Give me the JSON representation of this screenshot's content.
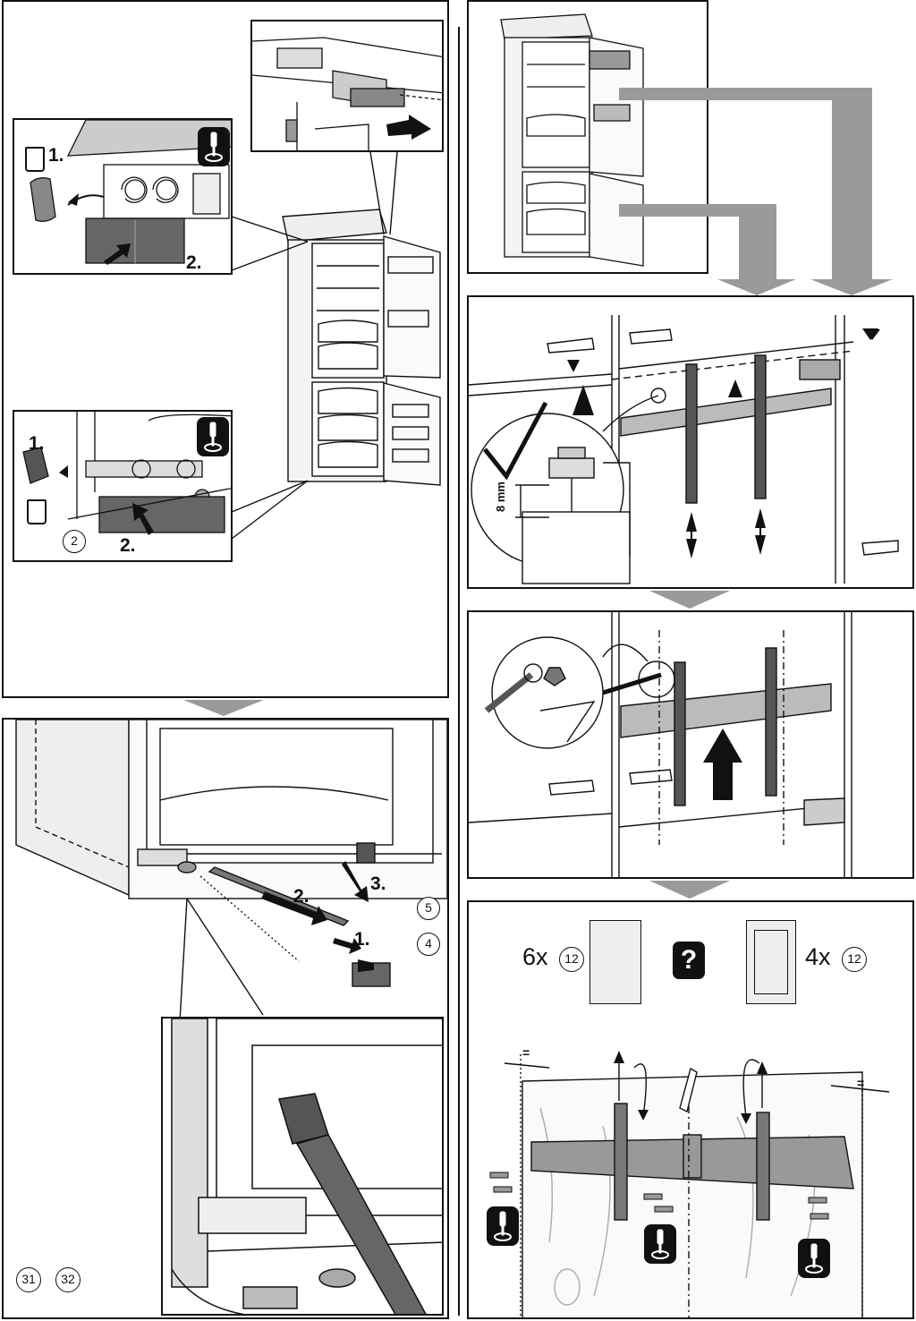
{
  "steps": {
    "s1_top": "1.",
    "s1_bottom": "2.",
    "s2_top": "1.",
    "s2_bottom": "2.",
    "s3_first": "2.",
    "s3_second": "1.",
    "s3_third": "3."
  },
  "callouts": {
    "c2": "2",
    "c5": "5",
    "c4": "4",
    "c31": "31",
    "c32": "32",
    "c12a": "12",
    "c12b": "12"
  },
  "dimensions": {
    "gap": "8 mm",
    "equal_left": "=",
    "equal_right": "="
  },
  "quantities": {
    "solid_door": "6x",
    "frame_door": "4x"
  },
  "question_mark": "?",
  "icons": [
    "screwdriver-icon",
    "recycle-bin-icon",
    "question-icon",
    "check-icon"
  ],
  "colors": {
    "arrow_gray": "#9a9a9a",
    "dark": "#111111",
    "part_gray": "#5a5a5a"
  }
}
